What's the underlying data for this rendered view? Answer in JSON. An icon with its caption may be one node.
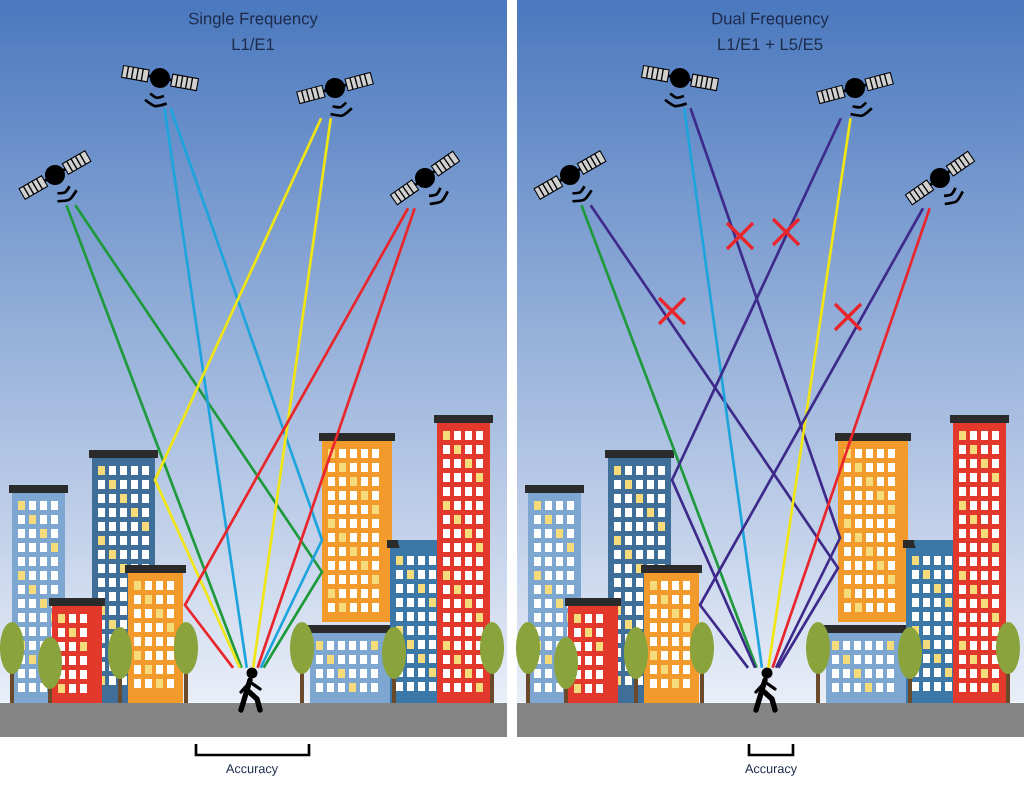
{
  "diagram": {
    "nodes": [
      {
        "text": [],
        "shape": "picture"
      },
      {
        "text": [],
        "shape": "picture"
      },
      {
        "text": [],
        "shape": "picture"
      },
      {
        "text": [],
        "shape": "picture"
      },
      {
        "text": [],
        "shape": "person"
      },
      {
        "text": [],
        "shape": "picture"
      },
      {
        "text": [],
        "shape": "picture"
      },
      {
        "text": [],
        "shape": "picture"
      },
      {
        "text": [],
        "shape": "picture"
      },
      {
        "text": [],
        "shape": "person"
      }
    ],
    "edges": [
      {
        "from": 0,
        "to": 4,
        "arrow": "none",
        "color": "#1e9a3c"
      },
      {
        "from": 0,
        "to": 4,
        "arrow": "none",
        "color": "#1e9a3c"
      },
      {
        "from": 1,
        "to": 4,
        "arrow": "none",
        "color": "#1ea4dc"
      },
      {
        "from": 1,
        "to": 4,
        "arrow": "none",
        "color": "#1ea4dc"
      },
      {
        "from": 2,
        "to": 4,
        "arrow": "none",
        "color": "#f0e614"
      },
      {
        "from": 2,
        "to": 4,
        "arrow": "none",
        "color": "#f0e614"
      },
      {
        "from": 3,
        "to": 4,
        "arrow": "none",
        "color": "#e8262b"
      },
      {
        "from": 3,
        "to": 4,
        "arrow": "none",
        "color": "#e8262b"
      },
      {
        "from": 5,
        "to": 9,
        "arrow": "none",
        "color": "#1e9a3c"
      },
      {
        "from": 5,
        "to": 9,
        "arrow": "none",
        "color": "#3d2a8a"
      },
      {
        "from": 6,
        "to": 9,
        "arrow": "none",
        "color": "#1ea4dc"
      },
      {
        "from": 6,
        "to": 9,
        "arrow": "none",
        "color": "#3d2a8a"
      },
      {
        "from": 7,
        "to": 9,
        "arrow": "none",
        "color": "#f0e614"
      },
      {
        "from": 7,
        "to": 9,
        "arrow": "none",
        "color": "#3d2a8a"
      },
      {
        "from": 8,
        "to": 9,
        "arrow": "none",
        "color": "#e8262b"
      },
      {
        "from": 8,
        "to": 9,
        "arrow": "none",
        "color": "#3d2a8a"
      }
    ],
    "labels": [
      "Single Frequency",
      "L1/E1",
      "Accuracy",
      "Dual Frequency",
      "L1/E1 + L5/E5",
      "Accuracy"
    ]
  }
}
